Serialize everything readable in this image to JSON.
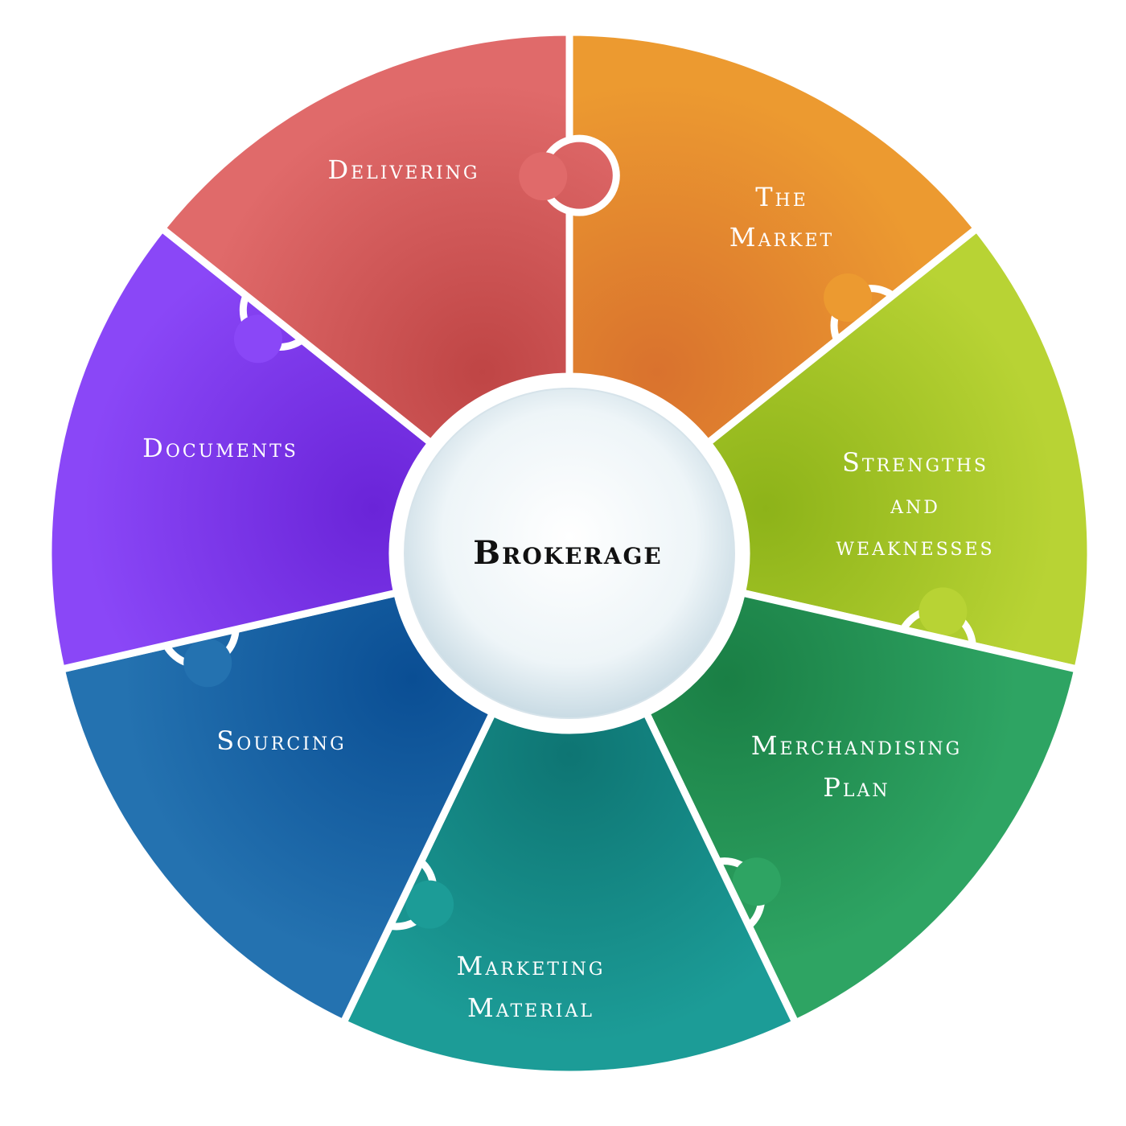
{
  "center": {
    "label": "Brokerage"
  },
  "segments": [
    {
      "id": "delivering",
      "lines": [
        "Delivering"
      ],
      "color": "#EC9A30",
      "shade": "#D9722E"
    },
    {
      "id": "market",
      "lines": [
        "The",
        "Market"
      ],
      "color": "#B8D334",
      "shade": "#8DB319"
    },
    {
      "id": "strengths",
      "lines": [
        "Strengths",
        "and",
        "weaknesses"
      ],
      "color": "#2EA463",
      "shade": "#1A7F45"
    },
    {
      "id": "merchandising",
      "lines": [
        "Merchandising",
        "Plan"
      ],
      "color": "#1C9C97",
      "shade": "#0E7573"
    },
    {
      "id": "marketing",
      "lines": [
        "Marketing",
        "Material"
      ],
      "color": "#2472B0",
      "shade": "#0A4E94"
    },
    {
      "id": "sourcing",
      "lines": [
        "Sourcing"
      ],
      "color": "#8A47F7",
      "shade": "#6A24D8"
    },
    {
      "id": "documents",
      "lines": [
        "Documents"
      ],
      "color": "#E06A6A",
      "shade": "#BF4545"
    }
  ]
}
